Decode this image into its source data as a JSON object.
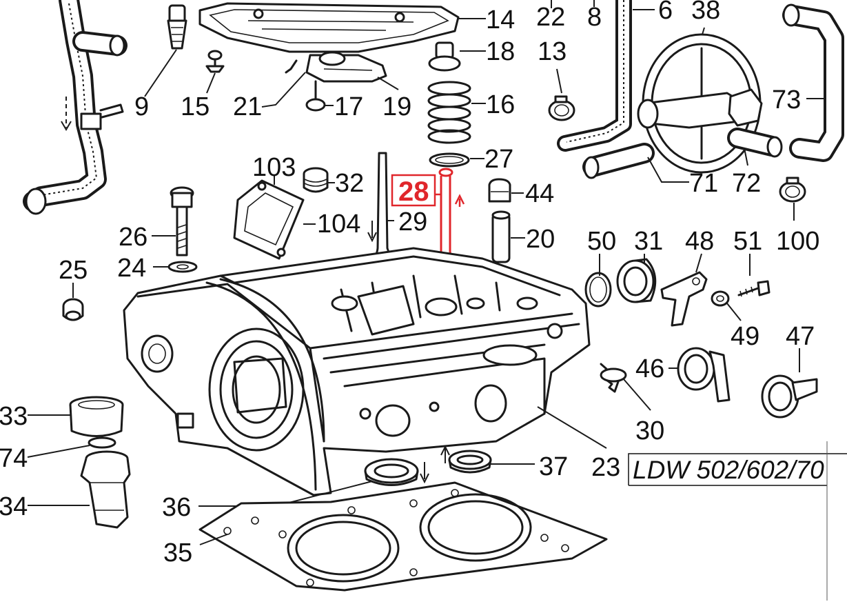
{
  "labels": {
    "l6": "6",
    "l8": "8",
    "l9": "9",
    "l13": "13",
    "l14": "14",
    "l15": "15",
    "l16": "16",
    "l17": "17",
    "l18": "18",
    "l19": "19",
    "l20": "20",
    "l21": "21",
    "l22": "22",
    "l23": "23",
    "l24": "24",
    "l25": "25",
    "l26": "26",
    "l27": "27",
    "l28": "28",
    "l29": "29",
    "l30": "30",
    "l31": "31",
    "l32": "32",
    "l33": "33",
    "l34": "34",
    "l35": "35",
    "l36": "36",
    "l37": "37",
    "l38": "38",
    "l44": "44",
    "l46": "46",
    "l47": "47",
    "l48": "48",
    "l49": "49",
    "l50": "50",
    "l51": "51",
    "l71": "71",
    "l72": "72",
    "l73": "73",
    "l74": "74",
    "l100": "100",
    "l103": "103",
    "l104": "104"
  },
  "highlight": {
    "part": "28",
    "color": "#e0262b"
  },
  "model_label": "LDW 502/602/70"
}
